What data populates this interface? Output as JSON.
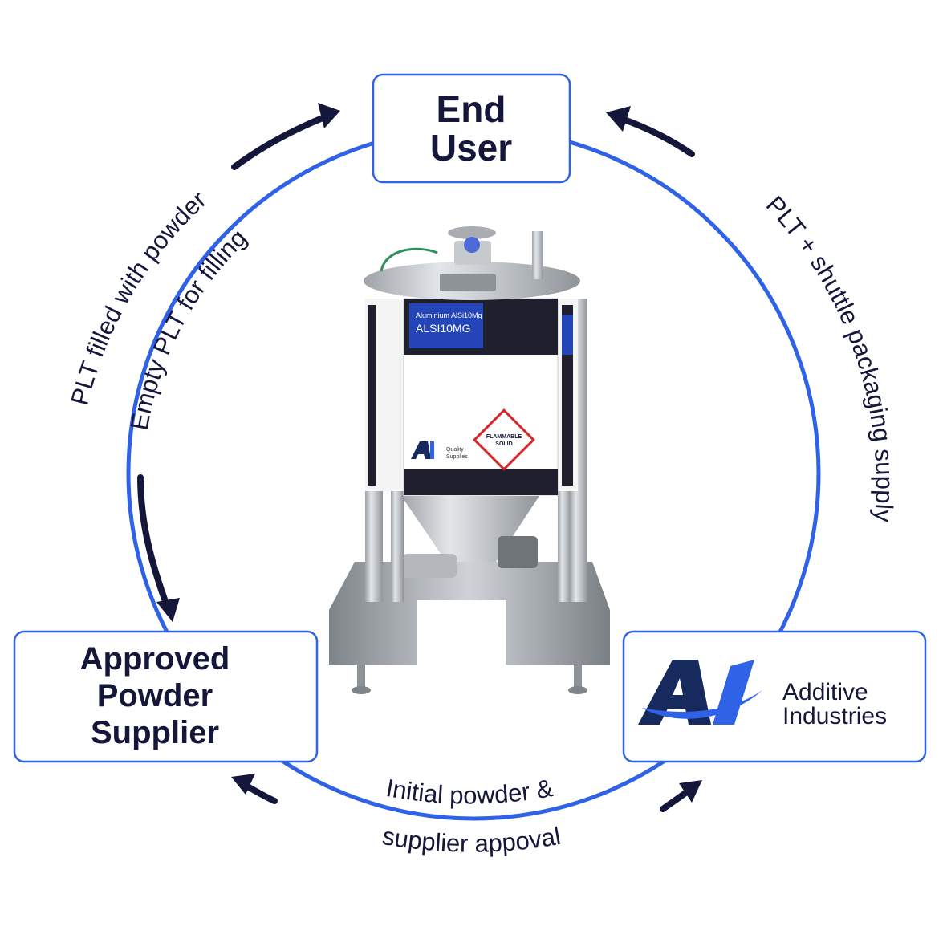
{
  "nodes": {
    "end_user": {
      "lines": [
        "End",
        "User"
      ]
    },
    "approved_supplier": {
      "lines": [
        "Approved",
        "Powder",
        "Supplier"
      ]
    },
    "additive_industries": {
      "lines": [
        "Additive",
        "Industries"
      ]
    }
  },
  "flows": {
    "top_left_outer": "PLT filled with powder",
    "top_left_inner": "Empty PLT for filling",
    "right": "PLT + shuttle packaging supply",
    "bottom_line1": "Initial powder &",
    "bottom_line2": "supplier appoval"
  },
  "container": {
    "label_small": "Aluminium AlSi10Mg",
    "label_big": "ALSI10MG",
    "hazard_line1": "FLAMMABLE",
    "hazard_line2": "SOLID",
    "quality_line1": "Quality",
    "quality_line2": "Supplies"
  },
  "colors": {
    "ring": "#2f62e6",
    "arrow": "#14173a",
    "text": "#14173a",
    "logo_dark": "#172a5e",
    "logo_blue": "#2f62e6",
    "label_blue": "#2445b8",
    "hazard_red": "#d8232a"
  }
}
